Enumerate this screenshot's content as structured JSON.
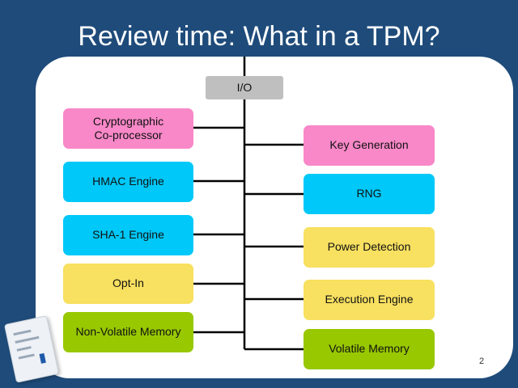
{
  "slide": {
    "title": "Review time: What in a TPM?",
    "page_number": "2"
  },
  "diagram": {
    "root": "I/O",
    "left_components": [
      {
        "label": "Cryptographic\nCo-processor",
        "color": "#f888c8"
      },
      {
        "label": "HMAC Engine",
        "color": "#00c8f8"
      },
      {
        "label": "SHA-1 Engine",
        "color": "#00c8f8"
      },
      {
        "label": "Opt-In",
        "color": "#f8e060"
      },
      {
        "label": "Non-Volatile Memory",
        "color": "#98c800"
      }
    ],
    "right_components": [
      {
        "label": "Key Generation",
        "color": "#f888c8"
      },
      {
        "label": "RNG",
        "color": "#00c8f8"
      },
      {
        "label": "Power Detection",
        "color": "#f8e060"
      },
      {
        "label": "Execution Engine",
        "color": "#f8e060"
      },
      {
        "label": "Volatile Memory",
        "color": "#98c800"
      }
    ]
  }
}
